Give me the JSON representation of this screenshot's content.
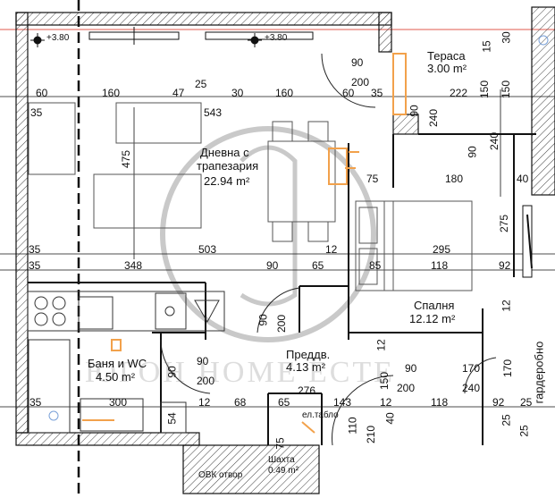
{
  "rooms": {
    "living": {
      "name_line1": "Дневна с",
      "name_line2": "трапезария",
      "area": "22.94 m²"
    },
    "terrace": {
      "name": "Тераса",
      "area": "3.00 m²"
    },
    "bedroom": {
      "name": "Спалня",
      "area": "12.12 m²"
    },
    "bath": {
      "name": "Баня и WC",
      "area": "4.50 m²"
    },
    "hall": {
      "name": "Преддв.",
      "area": "4.13 m²"
    },
    "wardrobe": {
      "name": "гардеробно"
    },
    "shaft": {
      "name": "Шахта",
      "area": "0.49 m²"
    }
  },
  "levels": {
    "left": "+3.80",
    "right": "+3.80"
  },
  "labels": {
    "electric_panel": "ел.табло",
    "vent_opening": "ОВК отвор"
  },
  "dimensions": {
    "top_row": [
      "60",
      "160",
      "47",
      "25",
      "30",
      "160",
      "60",
      "35",
      "222"
    ],
    "top_total": "543",
    "left_35a": "35",
    "living_height": "475",
    "terrace_door": [
      "90",
      "200"
    ],
    "terrace_side": [
      "15",
      "30",
      "150",
      "150"
    ],
    "terrace_col": [
      "90",
      "240"
    ],
    "bedroom_door_v": [
      "240",
      "90"
    ],
    "bedroom_top": [
      "75",
      "180",
      "40"
    ],
    "bedroom_275": "275",
    "mid_row1": [
      "35",
      "503",
      "12",
      "295"
    ],
    "mid_row2": [
      "35",
      "348",
      "90",
      "65",
      "85",
      "118",
      "92"
    ],
    "hall_door": [
      "90",
      "200"
    ],
    "bath_door": [
      "90",
      "200"
    ],
    "bath_side": "90",
    "bath_bottom": [
      "35",
      "300",
      "12",
      "68",
      "65",
      "143",
      "12"
    ],
    "hall_276": "276",
    "hall_vert": [
      "12",
      "150",
      "110",
      "210"
    ],
    "entry": [
      "90",
      "200",
      "118",
      "40",
      "170",
      "240",
      "92",
      "25"
    ],
    "right_side": [
      "12",
      "170",
      "25",
      "25"
    ],
    "bath_54": "54",
    "shaft_75": "75"
  },
  "watermark": "ЮГОН HOME ЕСТЕ"
}
